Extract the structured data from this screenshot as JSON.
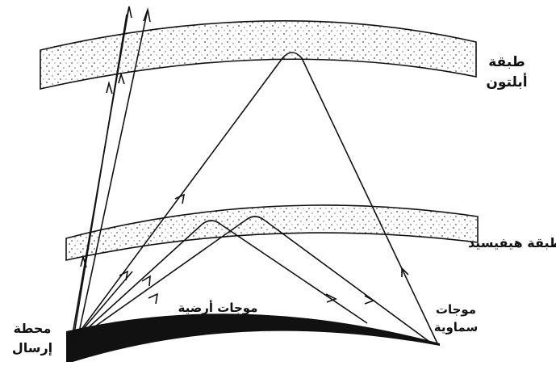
{
  "labels": {
    "appleton_layer": [
      "طبقة",
      "أبلتون"
    ],
    "heaviside_layer": "طبقة هيفيسيد",
    "ground_waves": "موجات أرضية",
    "sky_waves": [
      "موجات",
      "سماوية"
    ],
    "transmitting_station": [
      "محطة",
      "إرسال"
    ]
  }
}
